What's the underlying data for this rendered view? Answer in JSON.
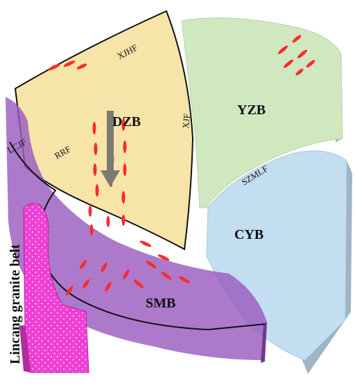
{
  "blocks": {
    "dzb": "DZB",
    "yzb": "YZB",
    "cyb": "CYB",
    "smb": "SMB"
  },
  "faults": {
    "xjhf": "XJHF",
    "xjf": "XJF",
    "rrf": "RRF",
    "szmlf": "SZMLF",
    "lcjf": "LCJF"
  },
  "belt_label": "Lincang granite belt",
  "colors": {
    "dzb": "#f6e4a8",
    "yzb": "#cfe8c0",
    "cyb": "#c3def0",
    "smb": "#9a5bbf",
    "granite": "#ee40d4",
    "ellipse": "#ff2a2a",
    "arrow": "#7a7a72"
  },
  "icons": {
    "flow_arrow": "down-arrow-icon",
    "stress_marks": "red-ellipse-marks"
  }
}
